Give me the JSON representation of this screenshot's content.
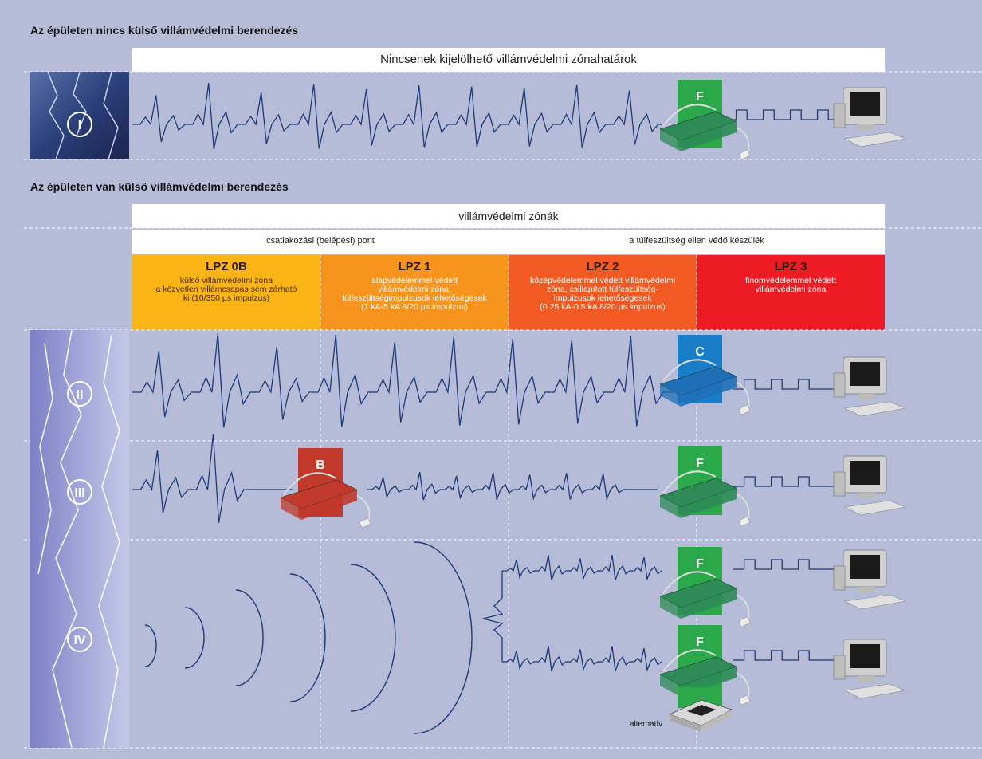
{
  "section1": {
    "heading": "Az épületen nincs külső villámvédelmi berendezés",
    "banner": "Nincsenek kijelölhető villámvédelmi zónahatárok",
    "row_label": "I",
    "device": "F"
  },
  "section2": {
    "heading": "Az épületen van külső villámvédelmi berendezés",
    "banner": "villámvédelmi zónák",
    "sub_left": "csatlakozási (belépési) pont",
    "sub_right": "a túlfeszültség ellen védő készülék",
    "zones": [
      {
        "name": "LPZ 0B",
        "desc": [
          "külső villámvédelmi zóna",
          "a közvetlen villámcsapás sem zárható",
          "ki (10/350 µs impulzus)"
        ],
        "color": "#fbb416"
      },
      {
        "name": "LPZ 1",
        "desc": [
          "alapvédelemmel védett",
          "villámvédelmi zóna,",
          "túlfeszültségimpulzusok lehetőségesek",
          "(1 kA-5 kA 8/20 µs impulzus)"
        ],
        "color": "#f7941d"
      },
      {
        "name": "LPZ 2",
        "desc": [
          "középvédelemmel védett villámvédelmi",
          "zóna, csillapított túlfeszültség-",
          "impulzusok lehetőségesek",
          "(0.25 kA-0.5 kA 8/20 µs impulzus)"
        ],
        "color": "#f15a22"
      },
      {
        "name": "LPZ 3",
        "desc": [
          "finomvédelemmel védett",
          "villámvédelmi zóna"
        ],
        "color": "#ed1c24"
      }
    ],
    "rows": [
      {
        "label": "II",
        "devices": [
          "C"
        ]
      },
      {
        "label": "III",
        "devices": [
          "B",
          "F"
        ]
      },
      {
        "label": "IV",
        "devices": [
          "F",
          "F"
        ]
      }
    ],
    "alternative": "alternatív"
  },
  "colors": {
    "panel": "#b6bcd8",
    "signal": "#1e3a78",
    "device_green": "#2aa84a",
    "device_red": "#c0392b",
    "device_blue": "#1a7dc8"
  }
}
